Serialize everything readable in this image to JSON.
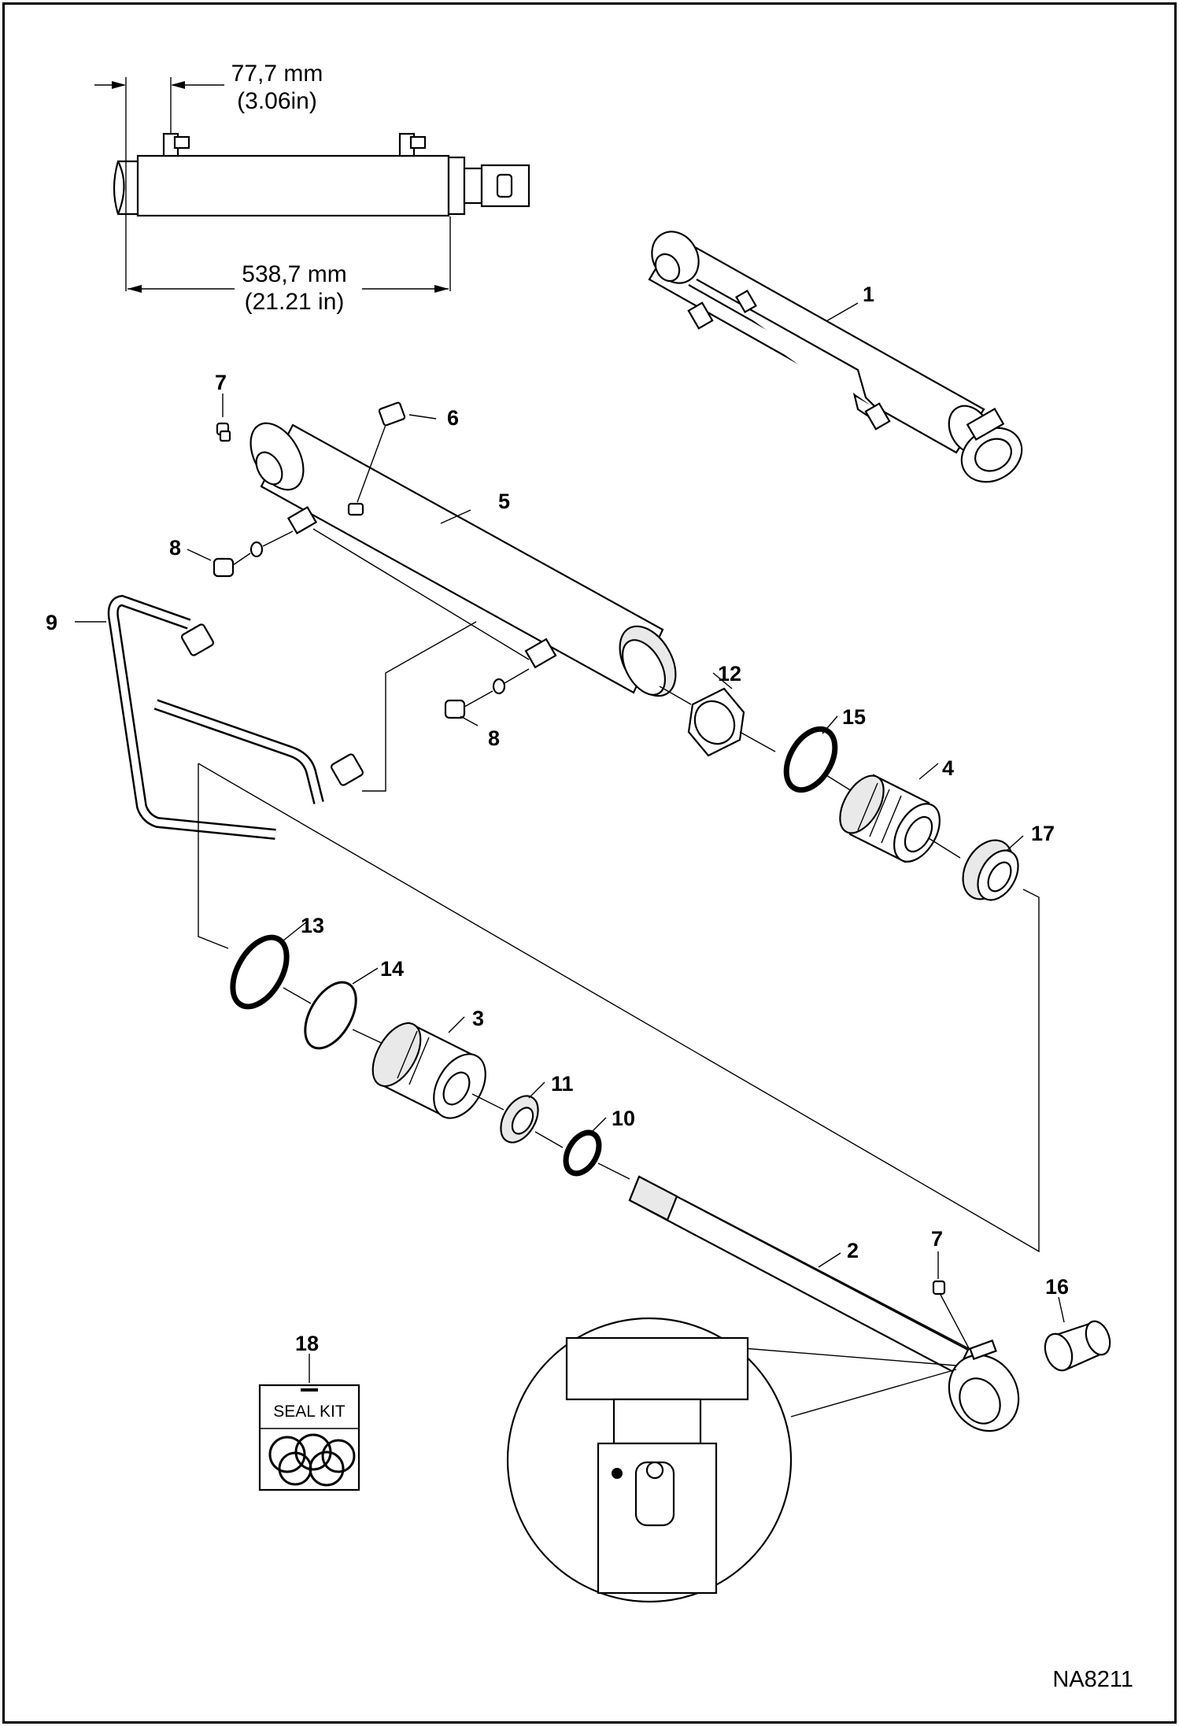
{
  "figure_code": "NA8211",
  "dimensions": {
    "top_offset_mm": "77,7 mm",
    "top_offset_in": "(3.06in)",
    "length_mm": "538,7 mm",
    "length_in": "(21.21 in)"
  },
  "callouts": {
    "c1": "1",
    "c2": "2",
    "c3": "3",
    "c4": "4",
    "c5": "5",
    "c6": "6",
    "c7a": "7",
    "c7b": "7",
    "c8a": "8",
    "c8b": "8",
    "c9": "9",
    "c10": "10",
    "c11": "11",
    "c12": "12",
    "c13": "13",
    "c14": "14",
    "c15": "15",
    "c16": "16",
    "c17": "17",
    "c18": "18"
  },
  "seal_kit": {
    "label": "SEAL KIT"
  }
}
